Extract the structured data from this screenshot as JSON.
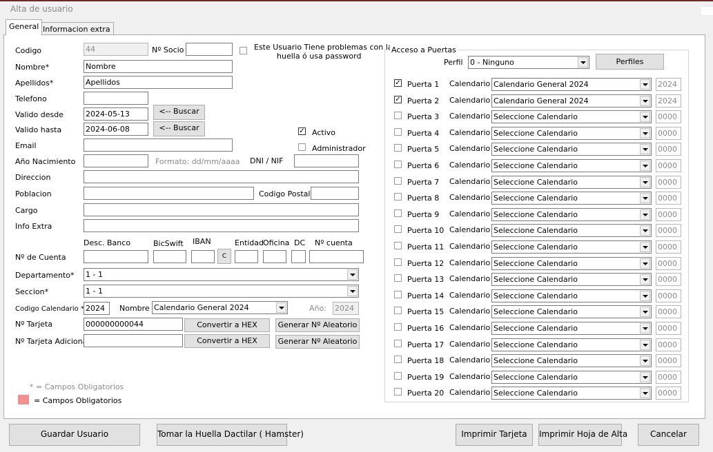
{
  "window": {
    "title": "Alta de usuario"
  },
  "tabs": [
    {
      "label": "General"
    },
    {
      "label": "Informacion extra"
    }
  ],
  "general": {
    "codigo": {
      "label": "Codigo",
      "value": "44"
    },
    "socio": {
      "label": "Nº Socio",
      "value": ""
    },
    "huella_check": {
      "label_line1": "Este Usuario Tiene problemas con la",
      "label_line2": "huella ó usa password",
      "checked": false
    },
    "nombre": {
      "label": "Nombre*",
      "value": "Nombre"
    },
    "apellidos": {
      "label": "Apellidos*",
      "value": "Apellidos"
    },
    "telefono": {
      "label": "Telefono",
      "value": ""
    },
    "valido_desde": {
      "label": "Valido desde",
      "value": "2024-05-13",
      "button": "<-- Buscar"
    },
    "valido_hasta": {
      "label": "Valido hasta",
      "value": "2024-06-08",
      "button": "<-- Buscar"
    },
    "activo": {
      "label": "Activo",
      "checked": true
    },
    "administrador": {
      "label": "Administrador",
      "checked": false
    },
    "email": {
      "label": "Email",
      "value": ""
    },
    "nacimiento": {
      "label": "Año Nacimiento",
      "value": "",
      "hint": "Formato: dd/mm/aaaa"
    },
    "dni": {
      "label": "DNI / NIF",
      "value": ""
    },
    "direccion": {
      "label": "Direccion",
      "value": ""
    },
    "poblacion": {
      "label": "Poblacion",
      "value": ""
    },
    "codigo_postal": {
      "label": "Codigo Postal",
      "value": ""
    },
    "cargo": {
      "label": "Cargo",
      "value": ""
    },
    "info_extra": {
      "label": "Info Extra",
      "value": ""
    },
    "cuenta": {
      "label": "Nº de Cuenta",
      "desc_banco": "Desc. Banco",
      "bicswift": "BicSwift",
      "iban": "IBAN",
      "entidad": "Entidad",
      "oficina": "Oficina",
      "dc": "DC",
      "numero": "Nº cuenta",
      "c_button": "C"
    },
    "departamento": {
      "label": "Departamento*",
      "value": "1 - 1"
    },
    "seccion": {
      "label": "Seccion*",
      "value": "1 - 1"
    },
    "calendario": {
      "label": "Codigo Calendario *:",
      "codigo": "2024",
      "nombre_label": "Nombre",
      "nombre": "Calendario General 2024",
      "anio_label": "Año:",
      "anio": "2024"
    },
    "tarjeta": {
      "label": "Nº Tarjeta",
      "value": "000000000044",
      "hex": "Convertir a HEX",
      "aleatorio": "Generar Nº Aleatorio"
    },
    "tarjeta_adicional": {
      "label": "Nº Tarjeta Adicional",
      "value": "",
      "hex": "Convertir a HEX",
      "aleatorio": "Generar Nº Aleatorio"
    },
    "legend1": "* = Campos Obligatorios",
    "legend2": "= Campos Obligatorios",
    "required_color": "#f09090"
  },
  "acceso": {
    "title": "Acceso a Puertas",
    "perfil_label": "Perfil",
    "perfil_value": "0 - Ninguno",
    "perfiles_button": "Perfiles",
    "calendario_label": "Calendario",
    "puertas": [
      {
        "name": "Puerta 1",
        "checked": true,
        "calendar": "Calendario General 2024",
        "code": "2024"
      },
      {
        "name": "Puerta 2",
        "checked": true,
        "calendar": "Calendario General 2024",
        "code": "2024"
      },
      {
        "name": "Puerta 3",
        "checked": false,
        "calendar": "Seleccione Calendario",
        "code": "0000"
      },
      {
        "name": "Puerta 4",
        "checked": false,
        "calendar": "Seleccione Calendario",
        "code": "0000"
      },
      {
        "name": "Puerta 5",
        "checked": false,
        "calendar": "Seleccione Calendario",
        "code": "0000"
      },
      {
        "name": "Puerta 6",
        "checked": false,
        "calendar": "Seleccione Calendario",
        "code": "0000"
      },
      {
        "name": "Puerta 7",
        "checked": false,
        "calendar": "Seleccione Calendario",
        "code": "0000"
      },
      {
        "name": "Puerta 8",
        "checked": false,
        "calendar": "Seleccione Calendario",
        "code": "0000"
      },
      {
        "name": "Puerta 9",
        "checked": false,
        "calendar": "Seleccione Calendario",
        "code": "0000"
      },
      {
        "name": "Puerta 10",
        "checked": false,
        "calendar": "Seleccione Calendario",
        "code": "0000"
      },
      {
        "name": "Puerta 11",
        "checked": false,
        "calendar": "Seleccione Calendario",
        "code": "0000"
      },
      {
        "name": "Puerta 12",
        "checked": false,
        "calendar": "Seleccione Calendario",
        "code": "0000"
      },
      {
        "name": "Puerta 13",
        "checked": false,
        "calendar": "Seleccione Calendario",
        "code": "0000"
      },
      {
        "name": "Puerta 14",
        "checked": false,
        "calendar": "Seleccione Calendario",
        "code": "0000"
      },
      {
        "name": "Puerta 15",
        "checked": false,
        "calendar": "Seleccione Calendario",
        "code": "0000"
      },
      {
        "name": "Puerta 16",
        "checked": false,
        "calendar": "Seleccione Calendario",
        "code": "0000"
      },
      {
        "name": "Puerta 17",
        "checked": false,
        "calendar": "Seleccione Calendario",
        "code": "0000"
      },
      {
        "name": "Puerta 18",
        "checked": false,
        "calendar": "Seleccione Calendario",
        "code": "0000"
      },
      {
        "name": "Puerta 19",
        "checked": false,
        "calendar": "Seleccione Calendario",
        "code": "0000"
      },
      {
        "name": "Puerta 20",
        "checked": false,
        "calendar": "Seleccione Calendario",
        "code": "0000"
      }
    ]
  },
  "footer": {
    "guardar": "Guardar Usuario",
    "huella": "Tomar la Huella Dactilar ( Hamster)",
    "imprimir_tarjeta": "Imprimir Tarjeta",
    "imprimir_hoja": "Imprimir Hoja de Alta",
    "cancelar": "Cancelar"
  }
}
